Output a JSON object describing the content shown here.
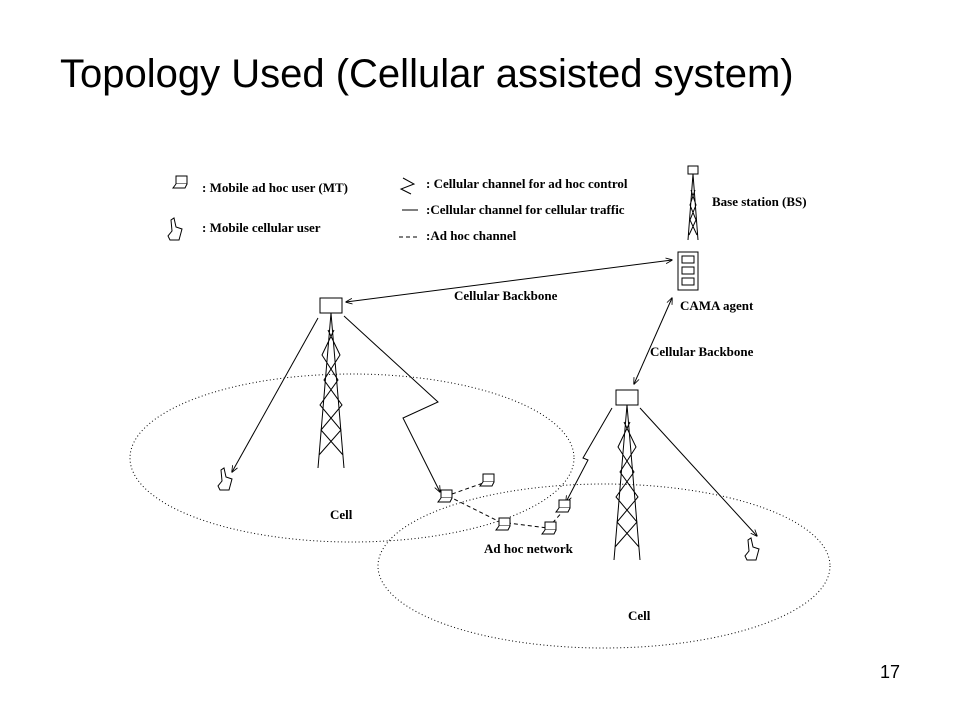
{
  "title": "Topology Used (Cellular assisted system)",
  "page_number": "17",
  "legend": {
    "mobile_adhoc_user": ": Mobile ad hoc user (MT)",
    "mobile_cellular_user": ": Mobile cellular user",
    "cellular_channel_adhoc_control": ": Cellular channel for ad hoc control",
    "cellular_channel_cellular_traffic": ":Cellular channel for cellular traffic",
    "adhoc_channel": ":Ad hoc channel"
  },
  "labels": {
    "base_station": "Base station (BS)",
    "cama_agent": "CAMA agent",
    "cellular_backbone_top": "Cellular Backbone",
    "cellular_backbone_right": "Cellular Backbone",
    "cell_left": "Cell",
    "cell_right": "Cell",
    "adhoc_network": "Ad hoc network"
  }
}
